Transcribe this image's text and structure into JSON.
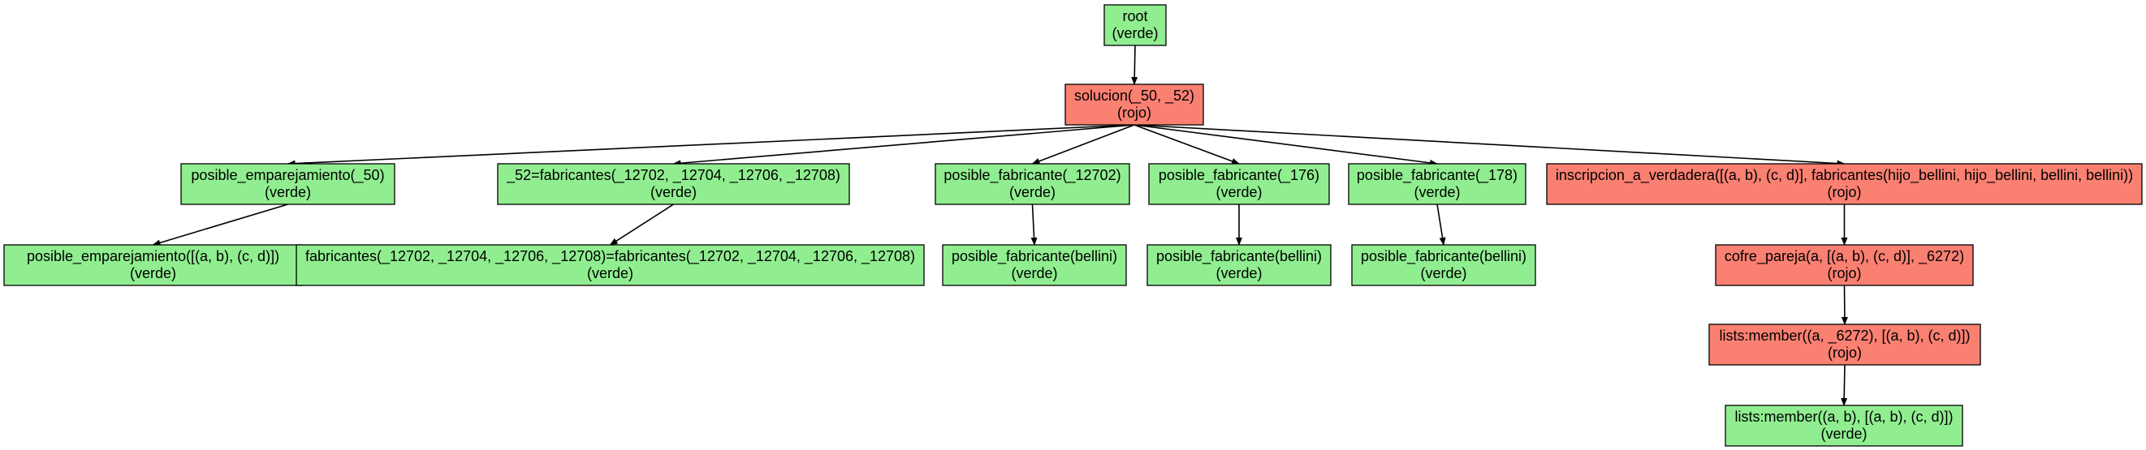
{
  "colors": {
    "verde": "#90EE90",
    "rojo": "#FA8072",
    "stroke": "#000000"
  },
  "nodes": [
    {
      "id": "root",
      "label": "root",
      "status": "(verde)",
      "state": "verde"
    },
    {
      "id": "solucion",
      "label": "solucion(_50, _52)",
      "status": "(rojo)",
      "state": "rojo"
    },
    {
      "id": "pe50",
      "label": "posible_emparejamiento(_50)",
      "status": "(verde)",
      "state": "verde"
    },
    {
      "id": "pe_list",
      "label": "posible_emparejamiento([(a, b), (c, d)])",
      "status": "(verde)",
      "state": "verde"
    },
    {
      "id": "eq52",
      "label": "_52=fabricantes(_12702, _12704, _12706, _12708)",
      "status": "(verde)",
      "state": "verde"
    },
    {
      "id": "eqfab",
      "label": "fabricantes(_12702, _12704, _12706, _12708)=fabricantes(_12702, _12704, _12706, _12708)",
      "status": "(verde)",
      "state": "verde"
    },
    {
      "id": "pf12702",
      "label": "posible_fabricante(_12702)",
      "status": "(verde)",
      "state": "verde"
    },
    {
      "id": "pfb1",
      "label": "posible_fabricante(bellini)",
      "status": "(verde)",
      "state": "verde"
    },
    {
      "id": "pf176",
      "label": "posible_fabricante(_176)",
      "status": "(verde)",
      "state": "verde"
    },
    {
      "id": "pfb2",
      "label": "posible_fabricante(bellini)",
      "status": "(verde)",
      "state": "verde"
    },
    {
      "id": "pf178",
      "label": "posible_fabricante(_178)",
      "status": "(verde)",
      "state": "verde"
    },
    {
      "id": "pfb3",
      "label": "posible_fabricante(bellini)",
      "status": "(verde)",
      "state": "verde"
    },
    {
      "id": "insc",
      "label": "inscripcion_a_verdadera([(a, b), (c, d)], fabricantes(hijo_bellini, hijo_bellini, bellini, bellini))",
      "status": "(rojo)",
      "state": "rojo"
    },
    {
      "id": "cofre",
      "label": "cofre_pareja(a, [(a, b), (c, d)], _6272)",
      "status": "(rojo)",
      "state": "rojo"
    },
    {
      "id": "member1",
      "label": "lists:member((a, _6272), [(a, b), (c, d)])",
      "status": "(rojo)",
      "state": "rojo"
    },
    {
      "id": "member2",
      "label": "lists:member((a, b), [(a, b), (c, d)])",
      "status": "(verde)",
      "state": "verde"
    }
  ],
  "edges": [
    [
      "root",
      "solucion"
    ],
    [
      "solucion",
      "pe50"
    ],
    [
      "solucion",
      "eq52"
    ],
    [
      "solucion",
      "pf12702"
    ],
    [
      "solucion",
      "pf176"
    ],
    [
      "solucion",
      "pf178"
    ],
    [
      "solucion",
      "insc"
    ],
    [
      "pe50",
      "pe_list"
    ],
    [
      "eq52",
      "eqfab"
    ],
    [
      "pf12702",
      "pfb1"
    ],
    [
      "pf176",
      "pfb2"
    ],
    [
      "pf178",
      "pfb3"
    ],
    [
      "insc",
      "cofre"
    ],
    [
      "cofre",
      "member1"
    ],
    [
      "member1",
      "member2"
    ]
  ]
}
